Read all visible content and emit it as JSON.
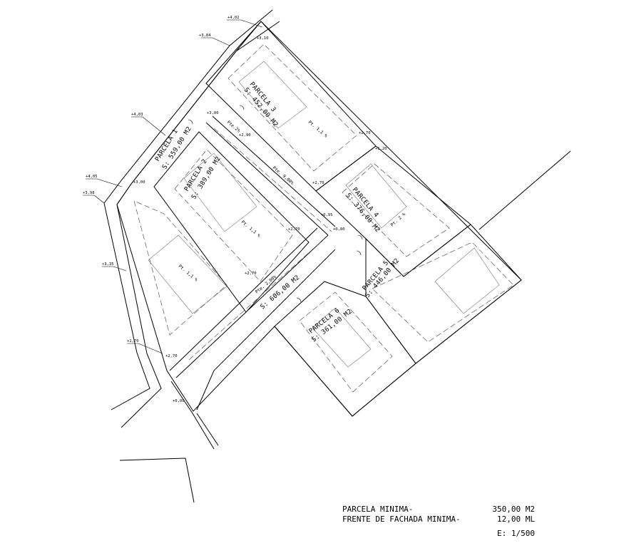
{
  "parcels": [
    {
      "name": "PARCELA 1",
      "area": "S: 559,00 M2",
      "slope": "Pt. 1,1 %"
    },
    {
      "name": "PARCELA 2",
      "area": "S: 389,00 M2",
      "slope": "Pt. 1,1 %"
    },
    {
      "name": "PARCELA 3",
      "area": "S: 452,00 M2",
      "slope": "Pt. 1,1 %"
    },
    {
      "name": "PARCELA 4",
      "area": "S: 376,00 M2",
      "slope": "Pt. 2 %"
    },
    {
      "name": "PARCELA 5",
      "area": "S: 446,00 M2"
    },
    {
      "name": "PARCELA 6",
      "area": "S: 361,00 M2"
    }
  ],
  "road": {
    "area": "S: 606,00 M2",
    "slopes": [
      "Pte.2%",
      "Pte. 9,00%",
      "Pte. 2,00%"
    ]
  },
  "levels": [
    "+4,02",
    "+3,84",
    "+3,10",
    "+4,03",
    "+3,00",
    "+2,90",
    "+3,00",
    "+2,70",
    "+1,20",
    "+4,05",
    "+3,98",
    "+2,70",
    "+2,70",
    "+0,95",
    "+0,80",
    "+3,35",
    "+2,70",
    "+1,70",
    "+2,70",
    "+0,00"
  ],
  "legend": {
    "min_parcel_label": "PARCELA MINIMA-",
    "min_parcel_value": "350,00 M2",
    "min_front_label": "FRENTE DE FACHADA MINIMA-",
    "min_front_value": "12,00 ML",
    "scale": "E: 1/500"
  }
}
